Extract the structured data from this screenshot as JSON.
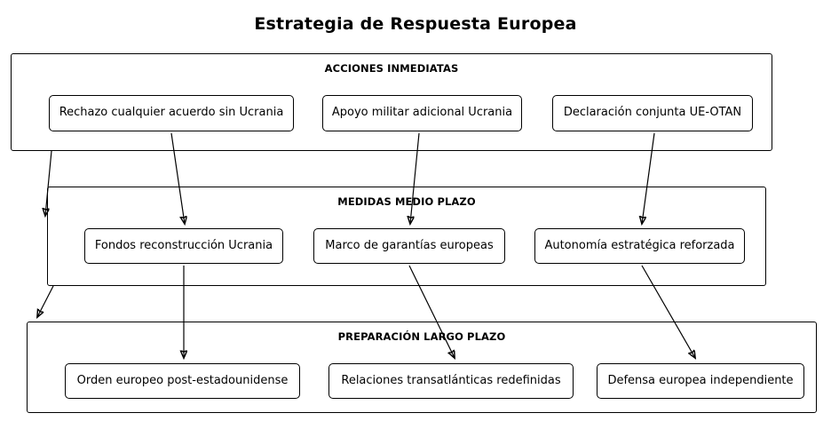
{
  "title": "Estrategia de Respuesta Europea",
  "tiers": [
    {
      "id": "acciones-inmediatas",
      "label": "ACCIONES INMEDIATAS",
      "nodes": [
        {
          "id": "rechazo-acuerdo",
          "label": "Rechazo cualquier acuerdo sin Ucrania"
        },
        {
          "id": "apoyo-militar",
          "label": "Apoyo militar adicional Ucrania"
        },
        {
          "id": "declaracion-conjunta",
          "label": "Declaración conjunta UE-OTAN"
        }
      ]
    },
    {
      "id": "medidas-medio-plazo",
      "label": "MEDIDAS MEDIO PLAZO",
      "nodes": [
        {
          "id": "fondos-reconstruccion",
          "label": "Fondos reconstrucción Ucrania"
        },
        {
          "id": "marco-garantias",
          "label": "Marco de garantías europeas"
        },
        {
          "id": "autonomia-estrategica",
          "label": "Autonomía estratégica reforzada"
        }
      ]
    },
    {
      "id": "preparacion-largo-plazo",
      "label": "PREPARACIÓN LARGO PLAZO",
      "nodes": [
        {
          "id": "orden-europeo",
          "label": "Orden europeo post-estadounidense"
        },
        {
          "id": "relaciones-transatlanticas",
          "label": "Relaciones transatlánticas redefinidas"
        },
        {
          "id": "defensa-europea",
          "label": "Defensa europea independiente"
        }
      ]
    }
  ],
  "colors": {
    "stroke": "#000000",
    "background": "#ffffff",
    "text": "#000000"
  }
}
